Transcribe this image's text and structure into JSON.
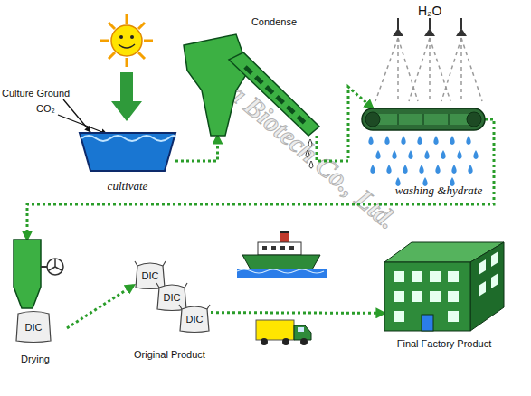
{
  "diagram": {
    "nodes": [
      {
        "text": [
          "cultivate"
        ]
      },
      {
        "text": [
          "Condense"
        ]
      },
      {
        "text": [
          "washing &hydrate"
        ]
      },
      {
        "text": [
          "DIC",
          "Drying"
        ]
      },
      {
        "text": [
          "DIC"
        ]
      },
      {
        "text": [
          "DIC"
        ]
      },
      {
        "text": [
          "DIC"
        ]
      },
      {
        "text": [
          "Final Factory Product"
        ]
      }
    ],
    "edges": [
      {
        "from": 0,
        "to": 1,
        "arrow": "to"
      },
      {
        "from": 1,
        "to": 2,
        "arrow": "to"
      },
      {
        "from": 2,
        "to": 3,
        "arrow": "to"
      },
      {
        "from": 3,
        "to": 4,
        "arrow": "to"
      },
      {
        "from": 6,
        "to": 7,
        "arrow": "to"
      }
    ],
    "labels": [
      "Culture Ground",
      "CO₂",
      "H₂O",
      "Alga Biotech Co., Ltd.",
      "Original Product"
    ]
  }
}
